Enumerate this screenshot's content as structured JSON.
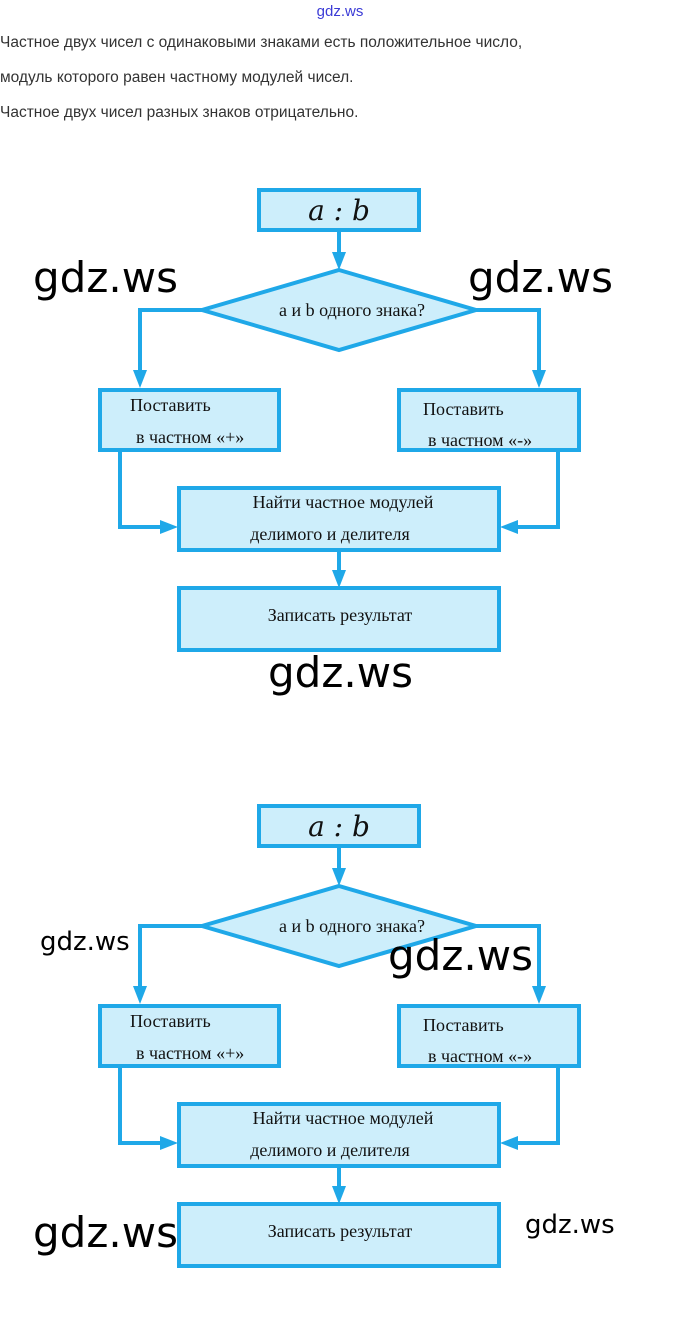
{
  "header": {
    "site": "gdz.ws"
  },
  "text": [
    "Частное двух чисел с одинаковыми знаками есть положительное число,",
    "модуль которого равен частному модулей чисел.",
    "Частное двух чисел разных знаков отрицательно."
  ],
  "flowcharts": [
    {
      "start": "a : b",
      "decision": "a и b одного знака?",
      "left_box": [
        "Поставить",
        "в частном «+»"
      ],
      "right_box": [
        "Поставить",
        "в частном «-»"
      ],
      "middle_box": [
        "Найти частное модулей",
        "делимого и делителя"
      ],
      "end_box": "Записать результат"
    },
    {
      "start": "a : b",
      "decision": "a и b одного знака?",
      "left_box": [
        "Поставить",
        "в частном «+»"
      ],
      "right_box": [
        "Поставить",
        "в частном «-»"
      ],
      "middle_box": [
        "Найти частное модулей",
        "делимого и делителя"
      ],
      "end_box": "Записать результат"
    }
  ],
  "watermarks": [
    "gdz.ws",
    "gdz.ws",
    "gdz.ws",
    "gdz.ws",
    "gdz.ws",
    "gdz.ws",
    "gdz.ws"
  ],
  "colors": {
    "stroke": "#1fa8e8",
    "fill": "#cdeefb",
    "header_link": "#3b3bd6"
  }
}
